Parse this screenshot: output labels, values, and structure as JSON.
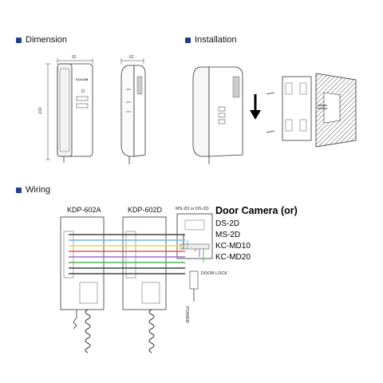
{
  "sections": {
    "dimension": {
      "title": "Dimension"
    },
    "installation": {
      "title": "Installation"
    },
    "wiring": {
      "title": "Wiring"
    }
  },
  "dimension": {
    "width_label": "92",
    "depth_label": "62",
    "height_label": "210",
    "brand": "KOCOM"
  },
  "wiring": {
    "unit_a": "KDP-602A",
    "unit_b": "KDP-602D",
    "camera_model_label": "MS-2D or DS-2D",
    "door_lock": "DOOR LOCK",
    "power": "POWER",
    "door_camera": {
      "title": "Door Camera (or)",
      "models": [
        "DS-2D",
        "MS-2D",
        "KC-MD10",
        "KC-MD20"
      ]
    },
    "wire_colors": [
      "#444444",
      "#6ab6e6",
      "#e8d35a",
      "#e25b4a",
      "#9a6fc4",
      "#55b455",
      "#444444",
      "#444444"
    ]
  },
  "colors": {
    "icon": "#1f3f8f",
    "line": "#333333"
  }
}
